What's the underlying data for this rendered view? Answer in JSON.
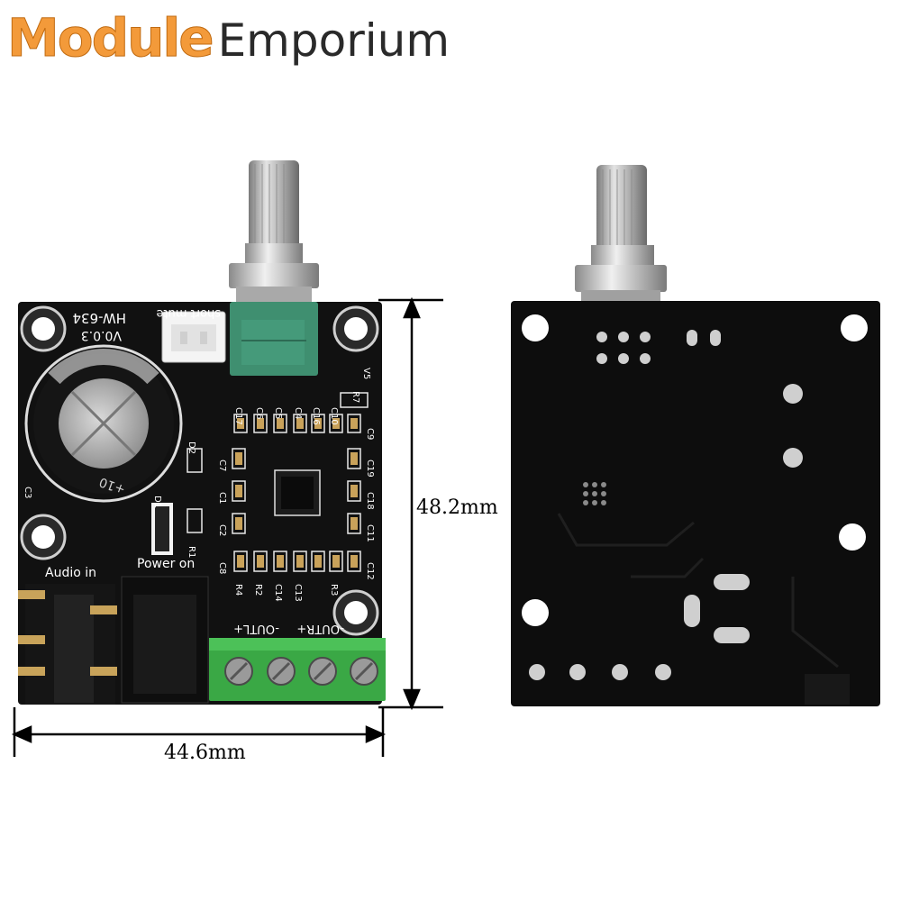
{
  "logo": {
    "word1": "Module",
    "word2": "Emporium"
  },
  "colors": {
    "brand_orange": "#f39a3a",
    "brand_dark": "#2a2a2a",
    "pcb": "#111111",
    "terminal_green": "#3aa845",
    "pot_green": "#3f8f70"
  },
  "front_board": {
    "model": "HW-634",
    "version": "V0.0.3",
    "short_mute": "short mute",
    "audio_in": "Audio in",
    "power_on": "Power on",
    "out_l": "-OUTL+",
    "out_r": "-OUTR+",
    "cap_value": "+10",
    "labels": [
      "C17",
      "C6",
      "C5",
      "C4",
      "C16",
      "C10",
      "C9",
      "C7",
      "C19",
      "C1",
      "C18",
      "C2",
      "C11",
      "C8",
      "C12",
      "R4",
      "R2",
      "C14",
      "C13",
      "R3",
      "D1",
      "D2",
      "R1",
      "R7",
      "C3",
      "V5"
    ]
  },
  "dimensions": {
    "height": "48.2mm",
    "width": "44.6mm"
  }
}
